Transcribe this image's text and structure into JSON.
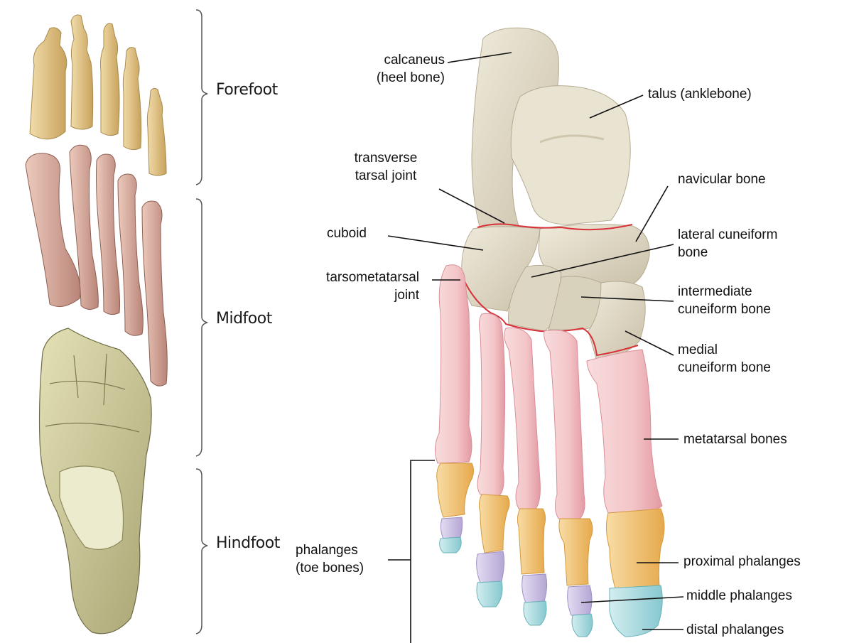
{
  "regions": {
    "forefoot": "Forefoot",
    "midfoot": "Midfoot",
    "hindfoot": "Hindfoot"
  },
  "labels": {
    "calcaneus": [
      "calcaneus",
      "(heel bone)"
    ],
    "talus": [
      "talus (anklebone)"
    ],
    "transverse_tarsal_joint": [
      "transverse",
      "tarsal joint"
    ],
    "navicular": [
      "navicular bone"
    ],
    "cuboid": [
      "cuboid"
    ],
    "lateral_cuneiform": [
      "lateral cuneiform",
      "bone"
    ],
    "tarsometatarsal_joint": [
      "tarsometatarsal",
      "joint"
    ],
    "intermediate_cuneiform": [
      "intermediate",
      "cuneiform bone"
    ],
    "medial_cuneiform": [
      "medial",
      "cuneiform bone"
    ],
    "metatarsal": [
      "metatarsal bones"
    ],
    "phalanges": [
      "phalanges",
      "(toe bones)"
    ],
    "proximal_phalanges": [
      "proximal phalanges"
    ],
    "middle_phalanges": [
      "middle phalanges"
    ],
    "distal_phalanges": [
      "distal phalanges"
    ]
  },
  "colors": {
    "tarsal_bone": "#e3ddcb",
    "tarsal_shadow": "#c9c0a8",
    "metatarsal": "#f3c6c9",
    "metatarsal_shadow": "#e39aa2",
    "proximal_phalanx": "#f2c77a",
    "middle_phalanx": "#cbbfe2",
    "distal_phalanx": "#a9dbe0",
    "joint_line": "#d9303a",
    "left_phalanx": "#e6cc91",
    "left_metatarsal": "#dcaea0",
    "left_tarsal": "#d6d3a2",
    "leader": "#111111",
    "brace": "#555555"
  }
}
